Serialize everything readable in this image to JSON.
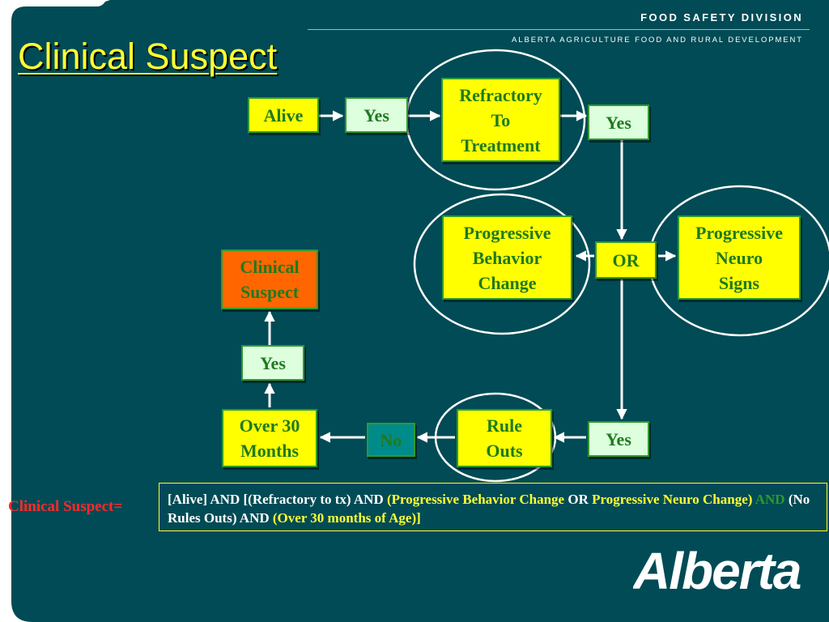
{
  "header": {
    "org": "FOOD SAFETY DIVISION",
    "sub": "ALBERTA AGRICULTURE FOOD AND RURAL DEVELOPMENT"
  },
  "title": "Clinical Suspect",
  "nodes": {
    "alive": "Alive",
    "yes_after_alive": "Yes",
    "refractory": [
      "Refractory",
      "To",
      "Treatment"
    ],
    "yes_after_refractory": "Yes",
    "or": "OR",
    "progressive_behavior": [
      "Progressive",
      "Behavior",
      "Change"
    ],
    "progressive_neuro": [
      "Progressive",
      "Neuro",
      "Signs"
    ],
    "yes_after_or": "Yes",
    "rule_outs": [
      "Rule",
      "Outs"
    ],
    "no": "No",
    "over_30": [
      "Over 30",
      "Months"
    ],
    "yes_after_over30": "Yes",
    "clinical_suspect": [
      "Clinical",
      "Suspect"
    ]
  },
  "legend": {
    "label": "Clinical  Suspect=",
    "parts": [
      {
        "text": "[Alive] ",
        "color": "white"
      },
      {
        "text": "AND ",
        "color": "white"
      },
      {
        "text": "[(Refractory to tx) ",
        "color": "white"
      },
      {
        "text": "AND ",
        "color": "white"
      },
      {
        "text": "(Progressive Behavior Change ",
        "color": "yellow"
      },
      {
        "text": "OR ",
        "color": "white"
      },
      {
        "text": "Progressive Neuro Change) ",
        "color": "yellow"
      },
      {
        "text": "AND ",
        "color": "green"
      },
      {
        "text": "(No Rules Outs) ",
        "color": "white"
      },
      {
        "text": "AND ",
        "color": "white"
      },
      {
        "text": "(Over 30 months of Age)]",
        "color": "yellow"
      }
    ]
  },
  "logo_text": "Alberta",
  "colors": {
    "background": "#004b55",
    "title": "#ffff33",
    "box_yellow": "#ffff00",
    "box_pale": "#ddffdd",
    "box_orange": "#ff6600",
    "box_teal": "#008b8b",
    "box_text": "#1f7a1f",
    "label_red": "#ff2a2a"
  }
}
